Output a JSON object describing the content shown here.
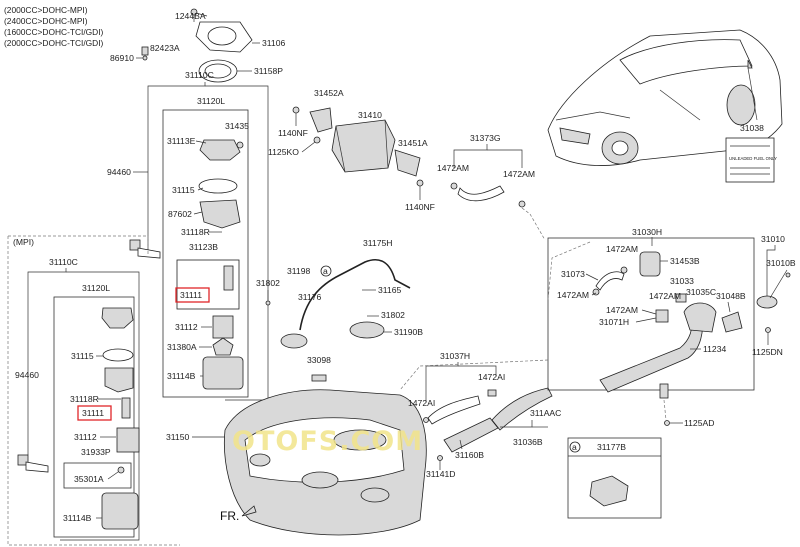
{
  "header_notes": [
    "(2000CC>DOHC-MPI)",
    "(2400CC>DOHC-MPI)",
    "(1600CC>DOHC-TCI/GDI)",
    "(2000CC>DOHC-TCI/GDI)"
  ],
  "mpi_label": "(MPI)",
  "watermark": "OTOFS.COM",
  "front_label": "FR.",
  "circle_ref": "a",
  "callouts": {
    "c1244BA": "1244BA",
    "c31106": "31106",
    "c82423A": "82423A",
    "c86910": "86910",
    "c31158P": "31158P",
    "c31110C": "31110C",
    "c31120L": "31120L",
    "c31435": "31435",
    "c31113E": "31113E",
    "c31115": "31115",
    "c87602": "87602",
    "c31118R": "31118R",
    "c31123B": "31123B",
    "c31111": "31111",
    "c31112": "31112",
    "c31380A": "31380A",
    "c31114B": "31114B",
    "c94460": "94460",
    "c31452A": "31452A",
    "c31410": "31410",
    "c1140NF": "1140NF",
    "c31451A": "31451A",
    "c1125KO": "1125KO",
    "c31373G": "31373G",
    "c1472AM": "1472AM",
    "c31175H": "31175H",
    "c31198": "31198",
    "c31176": "31176",
    "c31165": "31165",
    "c31802": "31802",
    "c31190B": "31190B",
    "c33098": "33098",
    "c31150": "31150",
    "c31037H": "31037H",
    "c1472AI": "1472AI",
    "c311AAC": "311AAC",
    "c31036B": "31036B",
    "c31160B": "31160B",
    "c31141D": "31141D",
    "c1125AD": "1125AD",
    "c31177B": "31177B",
    "c31030H": "31030H",
    "c31453B": "31453B",
    "c31073": "31073",
    "c31033": "31033",
    "c31035C": "31035C",
    "c31048B": "31048B",
    "c31071H": "31071H",
    "c11234": "11234",
    "c31010": "31010",
    "c31010B": "31010B",
    "c1125DN": "1125DN",
    "c31038": "31038",
    "c31933P": "31933P",
    "c35301A": "35301A"
  },
  "label_tag_lines": [
    "UNLEADED FUEL ONLY"
  ]
}
